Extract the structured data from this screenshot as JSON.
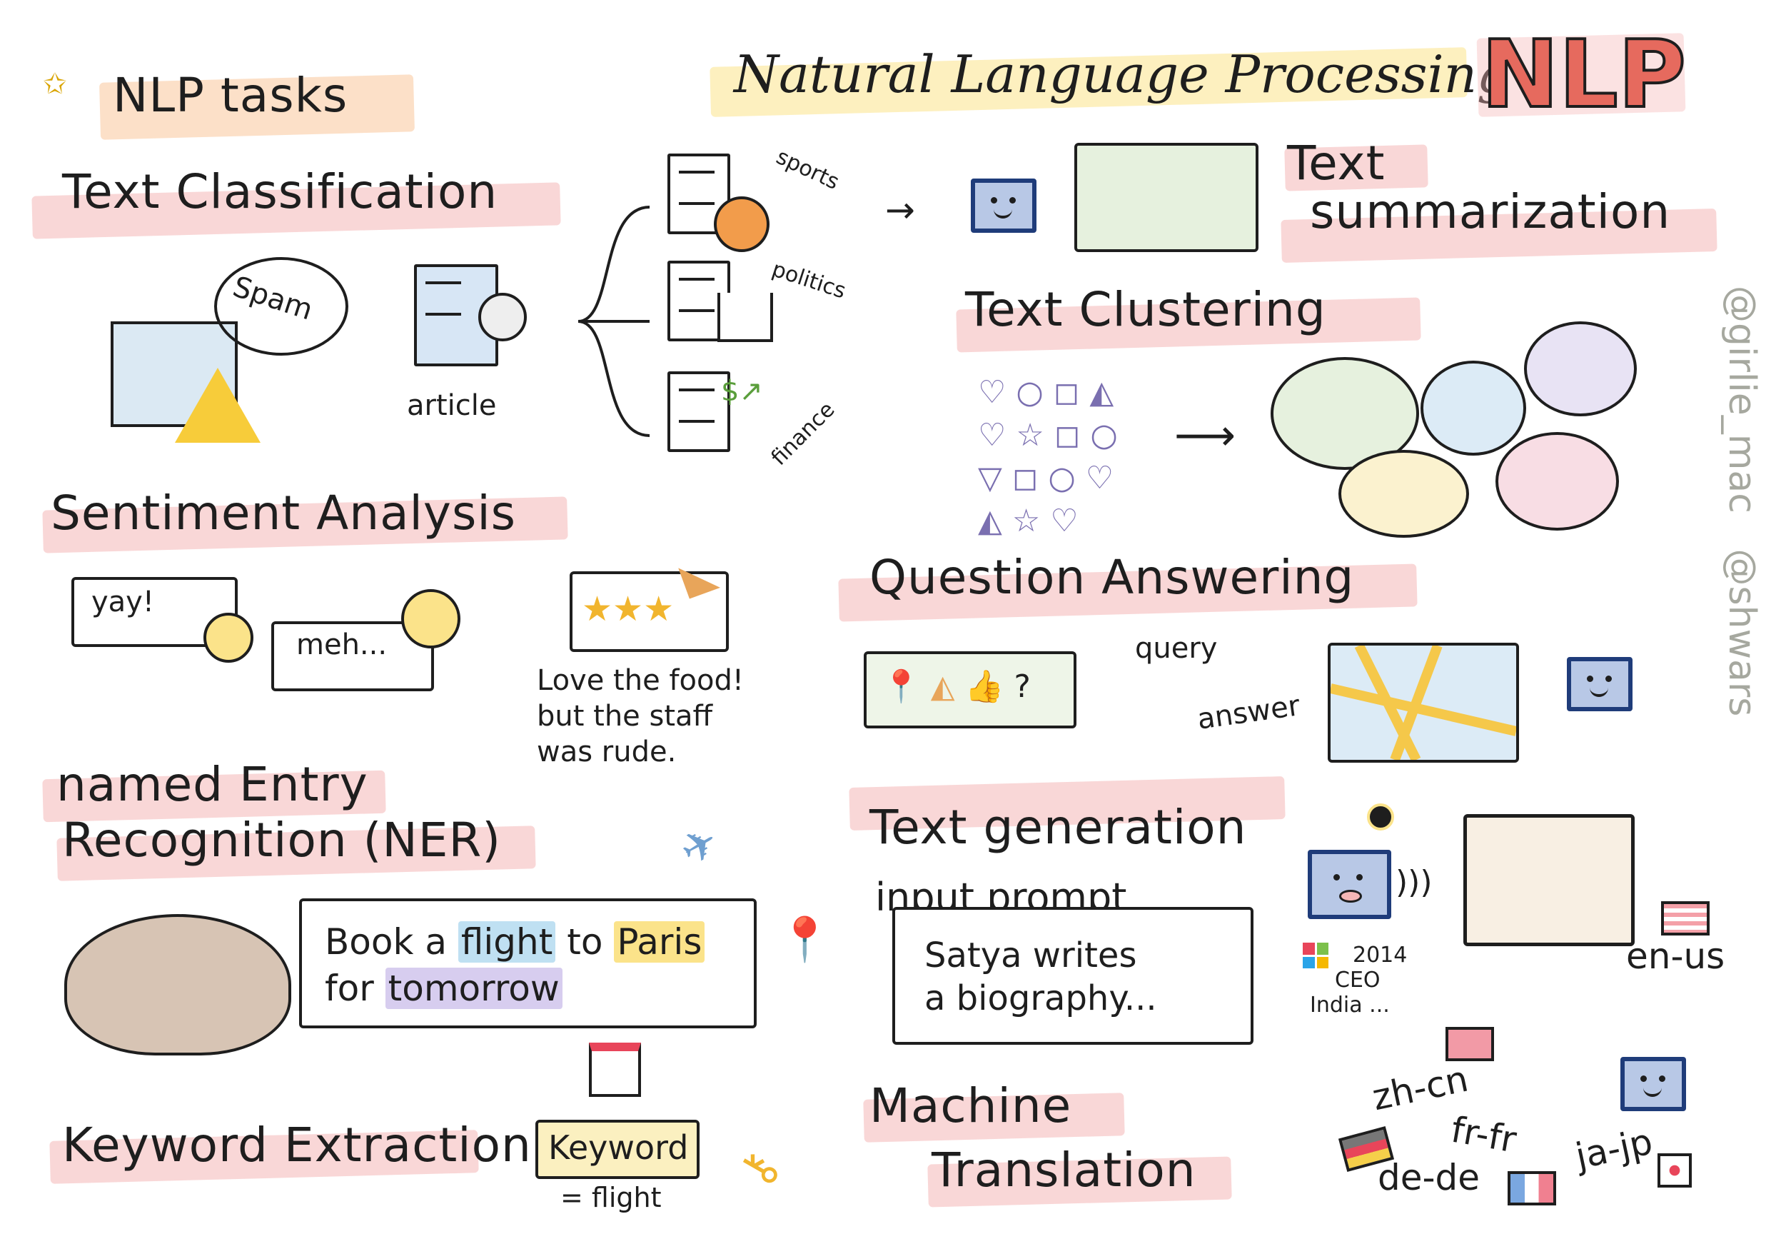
{
  "header": {
    "section_label": "NLP tasks",
    "title": "Natural Language Processing",
    "logo_text": "NLP"
  },
  "credits": [
    "@girlie_mac",
    "@shwars"
  ],
  "colors": {
    "highlight_pink": "#f4b6b6",
    "highlight_yellow": "#fbe38a",
    "logo_red": "#e66a5e",
    "robot_blue": "#1f3c7a",
    "watermark_gray": "#a6a89f"
  },
  "text_classification": {
    "title": "Text Classification",
    "spam_label": "Spam",
    "article_label": "article",
    "categories": [
      "sports",
      "politics",
      "finance"
    ],
    "icons": [
      "envelope-icon",
      "warning-icon",
      "magnifier-icon",
      "basketball-icon",
      "bank-icon",
      "finance-chart-icon"
    ]
  },
  "text_summarization": {
    "title_line1": "Text",
    "title_line2": "summarization"
  },
  "text_clustering": {
    "title": "Text Clustering"
  },
  "sentiment_analysis": {
    "title": "Sentiment Analysis",
    "positive": "yay!",
    "neutral": "meh...",
    "review_line1": "Love the food!",
    "review_line2": "but the staff",
    "review_line3": "was rude."
  },
  "question_answering": {
    "title": "Question Answering",
    "query_label": "query",
    "answer_label": "answer",
    "query_mark": "?"
  },
  "ner": {
    "title_line1": "named Entry",
    "title_line2": "Recognition (NER)",
    "sentence_words": [
      "Book a",
      "flight",
      "to",
      "Paris"
    ],
    "sentence_line2": [
      "for",
      "tomorrow"
    ]
  },
  "keyword_extraction": {
    "title": "Keyword Extraction",
    "keyword_label": "Keyword",
    "keyword_value": "= flight"
  },
  "text_generation": {
    "title": "Text generation",
    "input_label": "input prompt",
    "prompt_line1": "Satya writes",
    "prompt_line2": "a biography...",
    "facts": [
      "2014",
      "CEO",
      "India ..."
    ]
  },
  "machine_translation": {
    "title_line1": "Machine",
    "title_line2": "Translation",
    "languages": [
      "en-us",
      "zh-cn",
      "fr-fr",
      "ja-jp",
      "de-de"
    ]
  }
}
